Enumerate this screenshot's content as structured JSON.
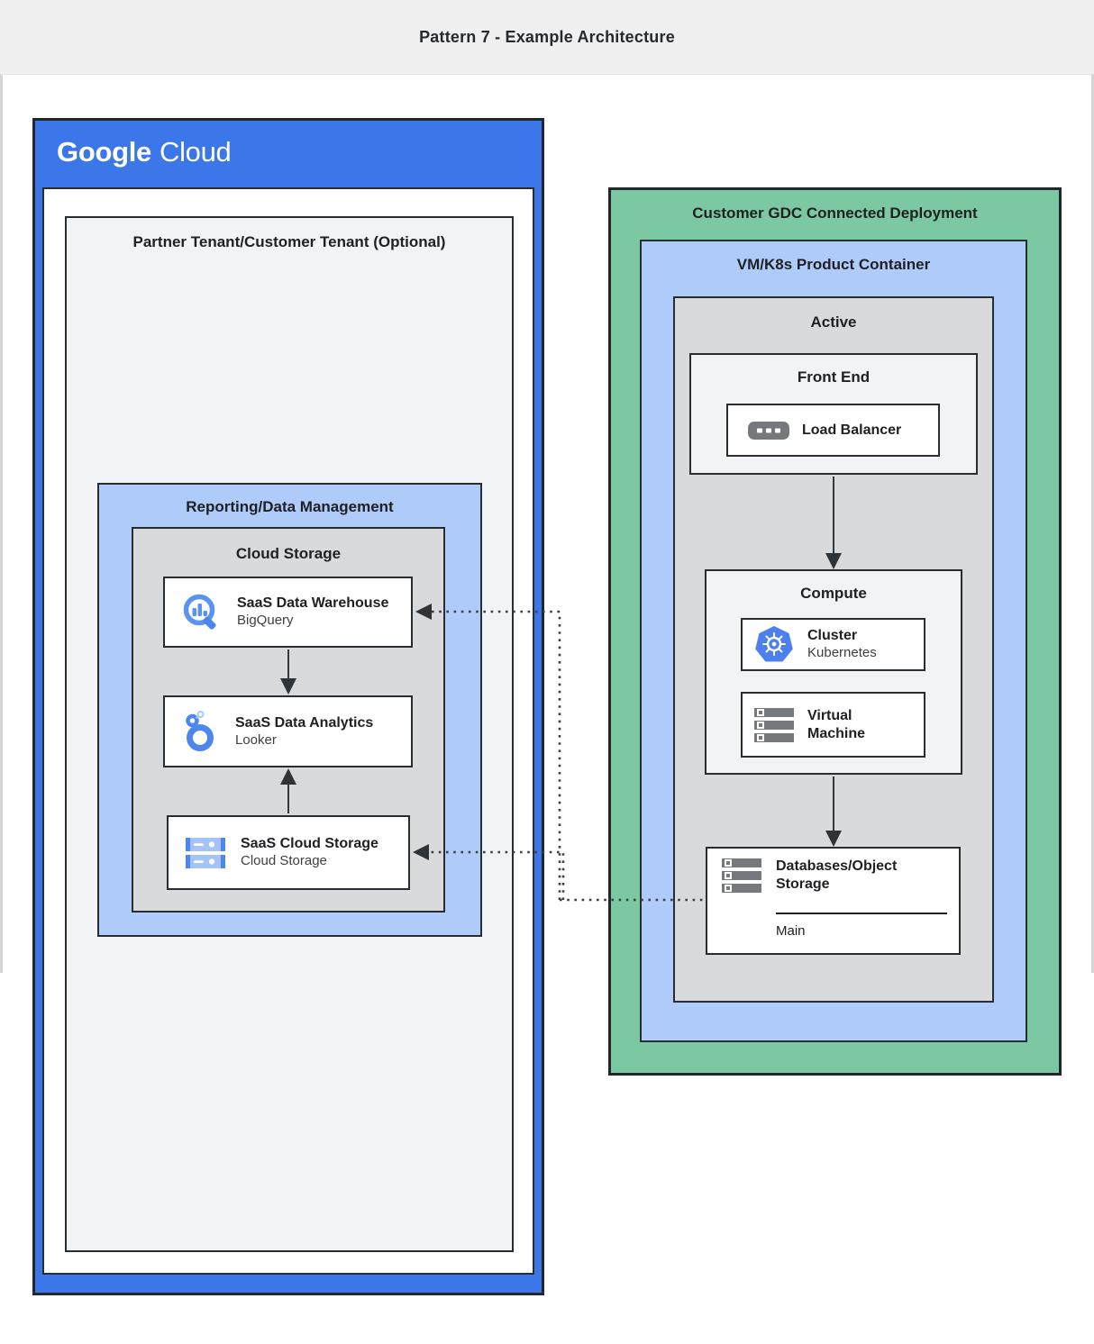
{
  "page": {
    "title": "Pattern 7 - Example Architecture"
  },
  "google_cloud": {
    "logo": {
      "google": "Google",
      "cloud": "Cloud"
    },
    "partner_tenant": {
      "label": "Partner Tenant/Customer Tenant (Optional)"
    },
    "reporting": {
      "label": "Reporting/Data Management",
      "cloud_storage_group": {
        "label": "Cloud Storage",
        "nodes": [
          {
            "title": "SaaS Data Warehouse",
            "subtitle": "BigQuery",
            "icon": "bigquery-icon"
          },
          {
            "title": "SaaS Data Analytics",
            "subtitle": "Looker",
            "icon": "looker-icon"
          },
          {
            "title": "SaaS Cloud Storage",
            "subtitle": "Cloud Storage",
            "icon": "cloud-storage-icon"
          }
        ]
      }
    }
  },
  "gdc": {
    "label": "Customer GDC Connected Deployment",
    "vmk8s": {
      "label": "VM/K8s Product Container",
      "active": {
        "label": "Active",
        "front_end": {
          "label": "Front End",
          "node": {
            "title": "Load Balancer",
            "icon": "load-balancer-icon"
          }
        },
        "compute": {
          "label": "Compute",
          "nodes": [
            {
              "title": "Cluster",
              "subtitle": "Kubernetes",
              "icon": "kubernetes-icon"
            },
            {
              "title": "Virtual Machine",
              "icon": "virtual-machine-icon"
            }
          ]
        },
        "database": {
          "title": "Databases/Object Storage",
          "section": "Main",
          "icon": "databases-object-storage-icon"
        }
      }
    }
  },
  "colors": {
    "google_blue": "#3b77e8",
    "container_light_blue": "#aecbfa",
    "gdc_green": "#7cc8a3",
    "group_gray": "#d8dadc",
    "panel_light_gray": "#f1f3f4",
    "border_dark": "#282d32",
    "icon_blue": "#5b93f2",
    "icon_gray": "#75797e"
  }
}
